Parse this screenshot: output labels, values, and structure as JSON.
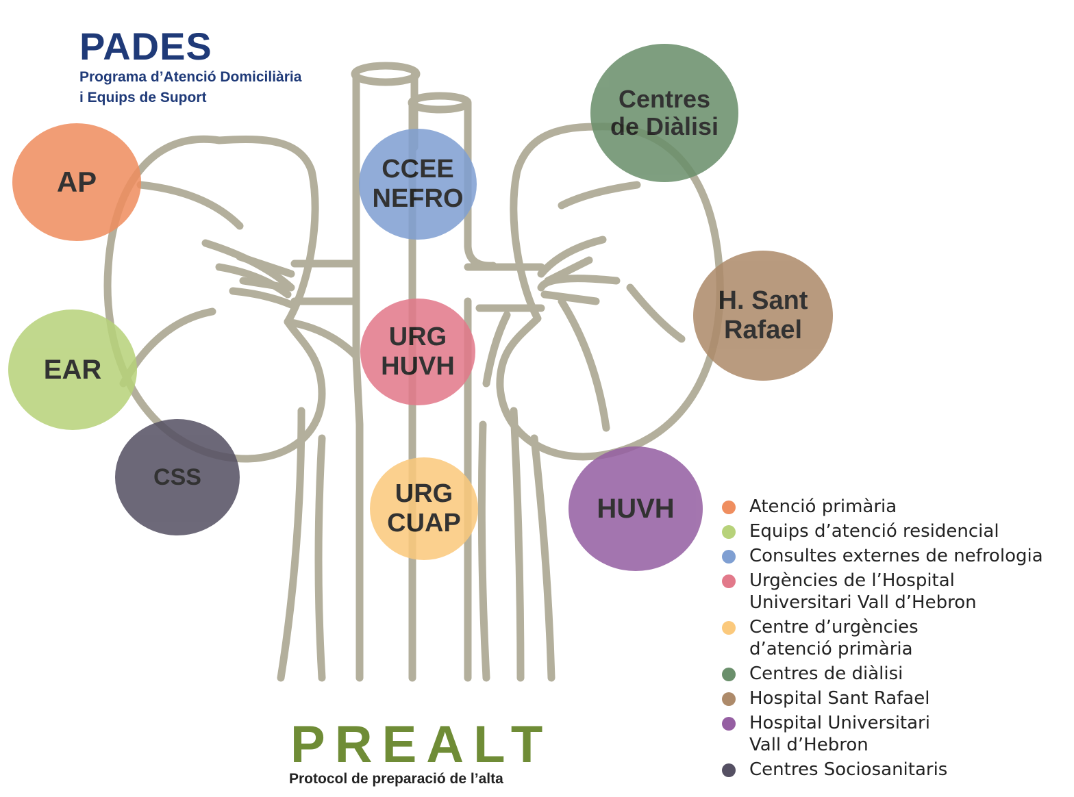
{
  "header": {
    "title": "PADES",
    "subtitle_line1": "Programa d’Atenció Domiciliària",
    "subtitle_line2": "i Equips de Suport"
  },
  "nodes": [
    {
      "id": "ap",
      "label": "AP",
      "color": "#ef8e5f"
    },
    {
      "id": "ear",
      "label": "EAR",
      "color": "#b7d27a"
    },
    {
      "id": "css",
      "label": "CSS",
      "color": "#555063"
    },
    {
      "id": "ccee",
      "label": "CCEE\nNEFRO",
      "color": "#7f9fd2"
    },
    {
      "id": "urg-huvh",
      "label": "URG\nHUVH",
      "color": "#e2798a"
    },
    {
      "id": "urg-cuap",
      "label": "URG\nCUAP",
      "color": "#fbc97c"
    },
    {
      "id": "dialisi",
      "label": "Centres\nde Diàlisi",
      "color": "#6a8f6b"
    },
    {
      "id": "sant-rafael",
      "label": "H. Sant\nRafael",
      "color": "#ad8a6a"
    },
    {
      "id": "huvh",
      "label": "HUVH",
      "color": "#955fa2"
    }
  ],
  "legend": [
    {
      "label": "Atenció primària",
      "color": "#ef8e5f"
    },
    {
      "label": "Equips d’atenció residencial",
      "color": "#b7d27a"
    },
    {
      "label": "Consultes externes de nefrologia",
      "color": "#7f9fd2"
    },
    {
      "label": "Urgències de l’Hospital\nUniversitari Vall d’Hebron",
      "color": "#e2798a"
    },
    {
      "label": "Centre d’urgències\nd’atenció primària",
      "color": "#fbc97c"
    },
    {
      "label": "Centres de diàlisi",
      "color": "#6a8f6b"
    },
    {
      "label": "Hospital Sant Rafael",
      "color": "#ad8a6a"
    },
    {
      "label": "Hospital Universitari\nVall d’Hebron",
      "color": "#955fa2"
    },
    {
      "label": "Centres Sociosanitaris",
      "color": "#555063"
    }
  ],
  "footer": {
    "title": "PREALT",
    "subtitle": "Protocol de preparació de l’alta"
  },
  "style": {
    "kidney_stroke": "#b3af9c",
    "header_color": "#1f3a78",
    "footer_color": "#6f8c36"
  }
}
